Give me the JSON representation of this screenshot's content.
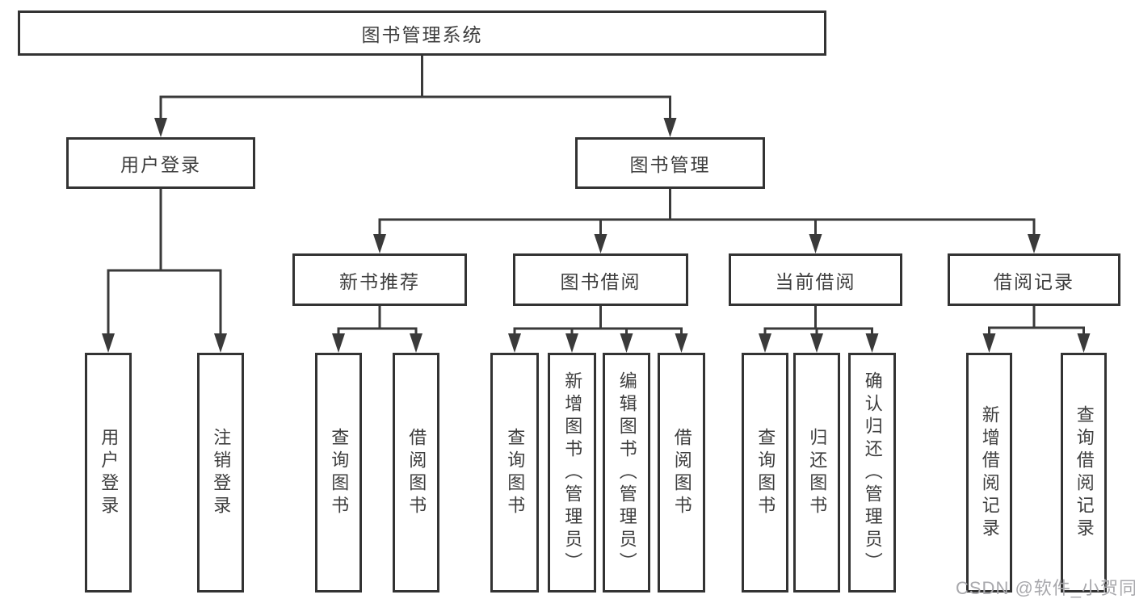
{
  "colors": {
    "line": "#3a3a3a",
    "border": "#333333",
    "text": "#3e3e3e",
    "watermark": "#a8a8ac",
    "background": "#ffffff"
  },
  "tree": {
    "root": {
      "label": "图书管理系统"
    },
    "branches": [
      {
        "label": "用户登录",
        "children": [
          {
            "label": "用户登录"
          },
          {
            "label": "注销登录"
          }
        ]
      },
      {
        "label": "图书管理",
        "children": [
          {
            "label": "新书推荐",
            "children": [
              {
                "label": "查询图书"
              },
              {
                "label": "借阅图书"
              }
            ]
          },
          {
            "label": "图书借阅",
            "children": [
              {
                "label": "查询图书"
              },
              {
                "label": "新增图书（管理员）"
              },
              {
                "label": "编辑图书（管理员）"
              },
              {
                "label": "借阅图书"
              }
            ]
          },
          {
            "label": "当前借阅",
            "children": [
              {
                "label": "查询图书"
              },
              {
                "label": "归还图书"
              },
              {
                "label": "确认归还（管理员）"
              }
            ]
          },
          {
            "label": "借阅记录",
            "children": [
              {
                "label": "新增借阅记录"
              },
              {
                "label": "查询借阅记录"
              }
            ]
          }
        ]
      }
    ]
  },
  "watermark": {
    "text": "CSDN @软件_小贺同学"
  }
}
